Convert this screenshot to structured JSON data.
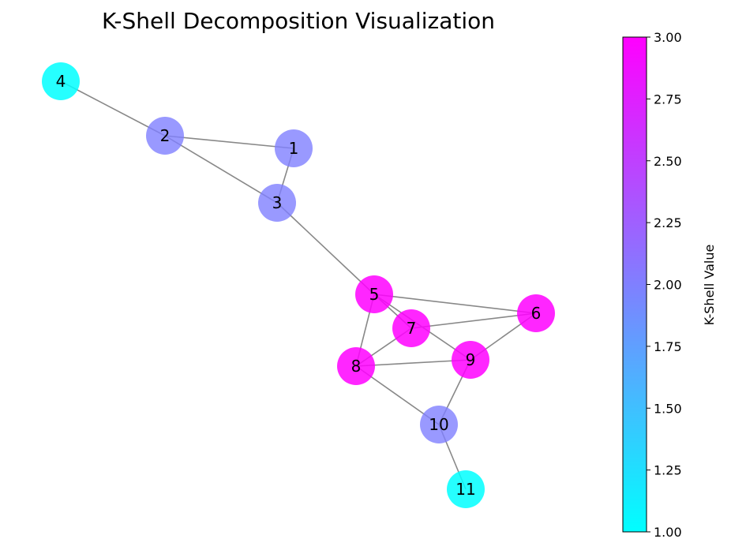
{
  "chart_data": {
    "type": "network",
    "title": "K-Shell Decomposition Visualization",
    "colorbar": {
      "label": "K-Shell Value",
      "min": 1.0,
      "max": 3.0,
      "colormap": "cool",
      "color_low": "#00ffff",
      "color_high": "#ff00ff",
      "ticks": [
        "1.00",
        "1.25",
        "1.50",
        "1.75",
        "2.00",
        "2.25",
        "2.50",
        "2.75",
        "3.00"
      ]
    },
    "nodes": [
      {
        "id": "1",
        "kshell": 2
      },
      {
        "id": "2",
        "kshell": 2
      },
      {
        "id": "3",
        "kshell": 2
      },
      {
        "id": "4",
        "kshell": 1
      },
      {
        "id": "5",
        "kshell": 3
      },
      {
        "id": "6",
        "kshell": 3
      },
      {
        "id": "7",
        "kshell": 3
      },
      {
        "id": "8",
        "kshell": 3
      },
      {
        "id": "9",
        "kshell": 3
      },
      {
        "id": "10",
        "kshell": 2
      },
      {
        "id": "11",
        "kshell": 1
      }
    ],
    "edges": [
      [
        "4",
        "2"
      ],
      [
        "2",
        "1"
      ],
      [
        "2",
        "3"
      ],
      [
        "1",
        "3"
      ],
      [
        "3",
        "5"
      ],
      [
        "5",
        "6"
      ],
      [
        "5",
        "7"
      ],
      [
        "5",
        "8"
      ],
      [
        "5",
        "9"
      ],
      [
        "7",
        "6"
      ],
      [
        "7",
        "8"
      ],
      [
        "6",
        "9"
      ],
      [
        "8",
        "9"
      ],
      [
        "8",
        "10"
      ],
      [
        "9",
        "10"
      ],
      [
        "10",
        "11"
      ]
    ],
    "edge_color": "#888888"
  }
}
